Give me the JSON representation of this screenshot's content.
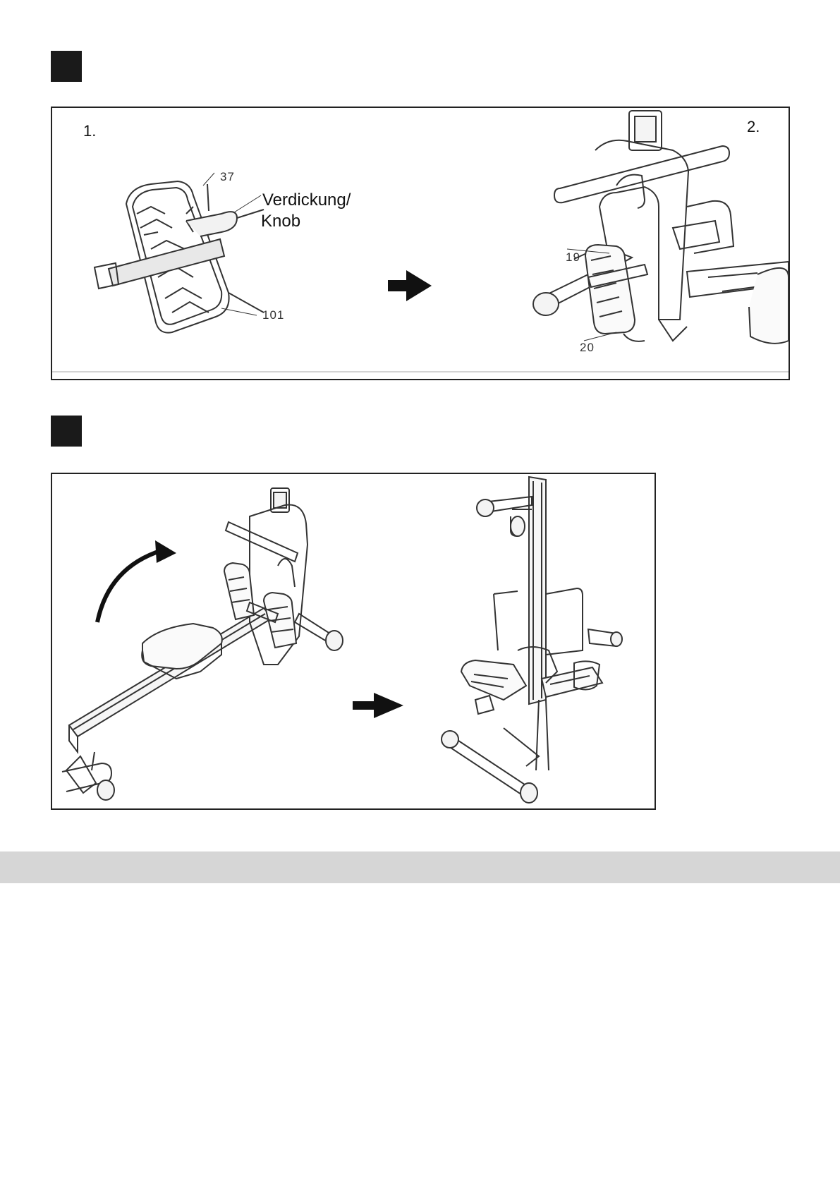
{
  "panel1": {
    "step_left": "1.",
    "step_right": "2.",
    "callout": {
      "line1": "Verdickung/",
      "line2": "Knob"
    },
    "parts": {
      "p37": "37",
      "p101": "101",
      "p19": "19",
      "p20": "20"
    }
  },
  "panel2": {}
}
